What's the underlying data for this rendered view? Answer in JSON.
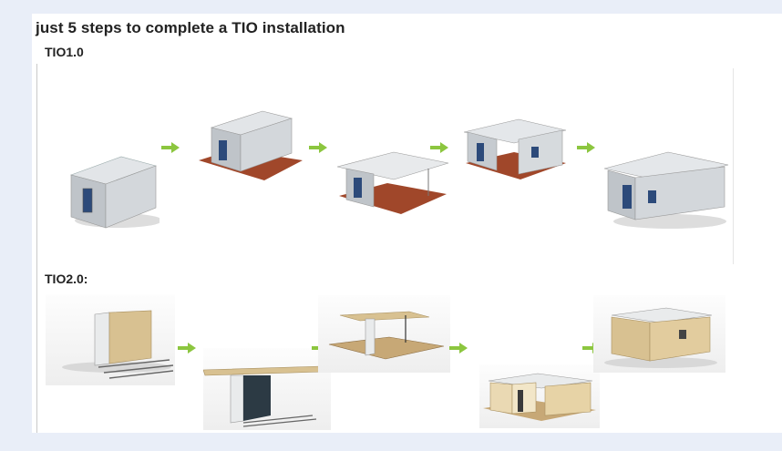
{
  "heading": "just 5 steps to complete a TIO installation",
  "sections": [
    {
      "label": "TIO1.0"
    },
    {
      "label": "TIO2.0:"
    }
  ],
  "colors": {
    "arrow": "#8cc63f",
    "floor": "#a0472a",
    "wall": "#c9ced4",
    "roof": "#e4e7ea",
    "panel_wood": "#d8c191"
  }
}
